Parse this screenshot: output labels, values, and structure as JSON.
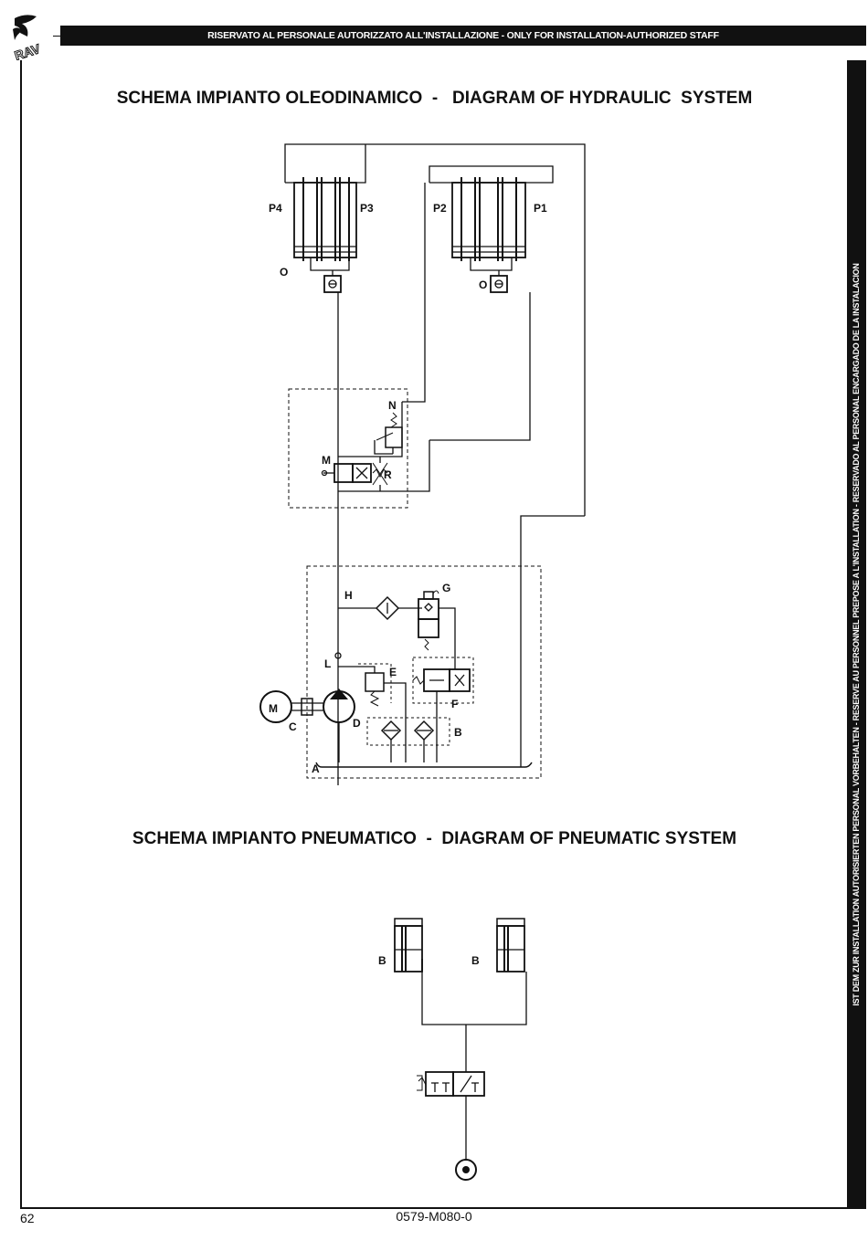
{
  "header": {
    "banner": "RISERVATO AL PERSONALE AUTORIZZATO ALL'INSTALLAZIONE - ONLY FOR INSTALLATION-AUTHORIZED STAFF",
    "side_banner": "IST DEM ZUR INSTALLATION AUTORISIERTEN PERSONAL VORBEHALTEN - RESERVE AU PERSONNEL PREPOSE A L'INSTALLATION - RESERVADO AL PERSONAL ENCARGADO DE LA INSTALACION",
    "logo_text": "RAV"
  },
  "hydraulic": {
    "title": "SCHEMA IMPIANTO OLEODINAMICO  -   DIAGRAM OF HYDRAULIC  SYSTEM",
    "labels": {
      "P1": "P1",
      "P2": "P2",
      "P3": "P3",
      "P4": "P4",
      "O1": "O",
      "O2": "O",
      "N": "N",
      "M": "M",
      "R": "R",
      "H": "H",
      "G": "G",
      "L": "L",
      "E": "E",
      "F": "F",
      "motor": "M",
      "C": "C",
      "D": "D",
      "B": "B",
      "A": "A"
    }
  },
  "pneumatic": {
    "title": "SCHEMA IMPIANTO PNEUMATICO  -  DIAGRAM OF PNEUMATIC SYSTEM",
    "labels": {
      "B1": "B",
      "B2": "B"
    }
  },
  "footer": {
    "page_number": "62",
    "doc_code": "0579-M080-0"
  },
  "colors": {
    "ink": "#111111",
    "paper": "#ffffff"
  }
}
